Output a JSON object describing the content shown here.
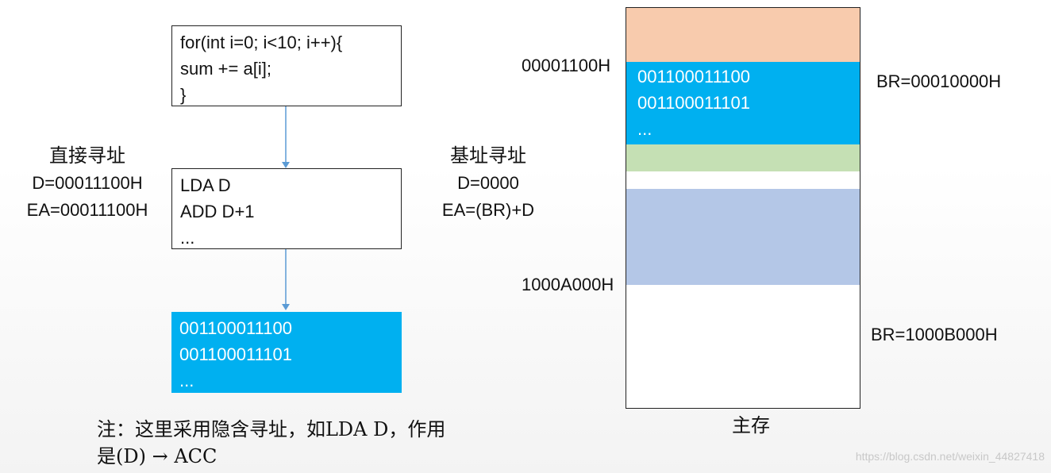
{
  "code_box": {
    "lines": [
      "for(int i=0; i<10; i++){",
      "sum += a[i];",
      "}"
    ]
  },
  "instr_box": {
    "lines": [
      "LDA D",
      "ADD D+1",
      "..."
    ]
  },
  "data_box": {
    "lines": [
      "001100011100",
      "001100011101",
      "..."
    ]
  },
  "direct": {
    "title": "直接寻址",
    "d": "D=00011100H",
    "ea": "EA=00011100H"
  },
  "base": {
    "title": "基址寻址",
    "d": "D=0000",
    "ea": "EA=(BR)+D"
  },
  "note": {
    "line1": "注：这里采用隐含寻址，如LDA D，作用",
    "line2": "是(D) → ACC"
  },
  "memory": {
    "label": "主存",
    "addr_top": "00001100H",
    "addr_bottom": "1000A000H",
    "br_top": "BR=00010000H",
    "br_bottom": "BR=1000B000H",
    "block_lines": [
      "001100011100",
      "001100011101",
      "..."
    ]
  },
  "colors": {
    "orange": "#f8cbad",
    "blue": "#00b0f0",
    "green": "#c5e0b4",
    "lavender": "#b4c7e7",
    "arrow": "#5b9bd5"
  },
  "watermark": "https://blog.csdn.net/weixin_44827418"
}
